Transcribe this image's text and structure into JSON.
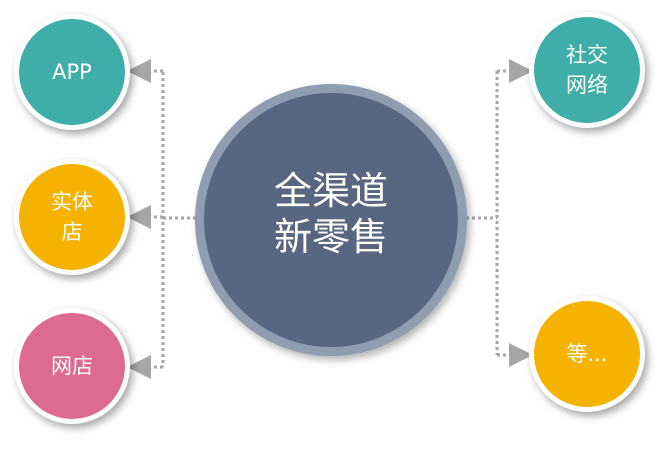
{
  "center": {
    "line1": "全渠道",
    "line2": "新零售",
    "fill": "#586780",
    "ring": "#8e9db0"
  },
  "left_nodes": [
    {
      "label": "APP",
      "color": "#3fada8"
    },
    {
      "label_line1": "实体",
      "label_line2": "店",
      "color": "#f6b200"
    },
    {
      "label": "网店",
      "color": "#dc6b8f"
    }
  ],
  "right_nodes": [
    {
      "label_line1": "社交",
      "label_line2": "网络",
      "color": "#3fada8"
    },
    {
      "label": "等...",
      "color": "#f6b200"
    }
  ]
}
